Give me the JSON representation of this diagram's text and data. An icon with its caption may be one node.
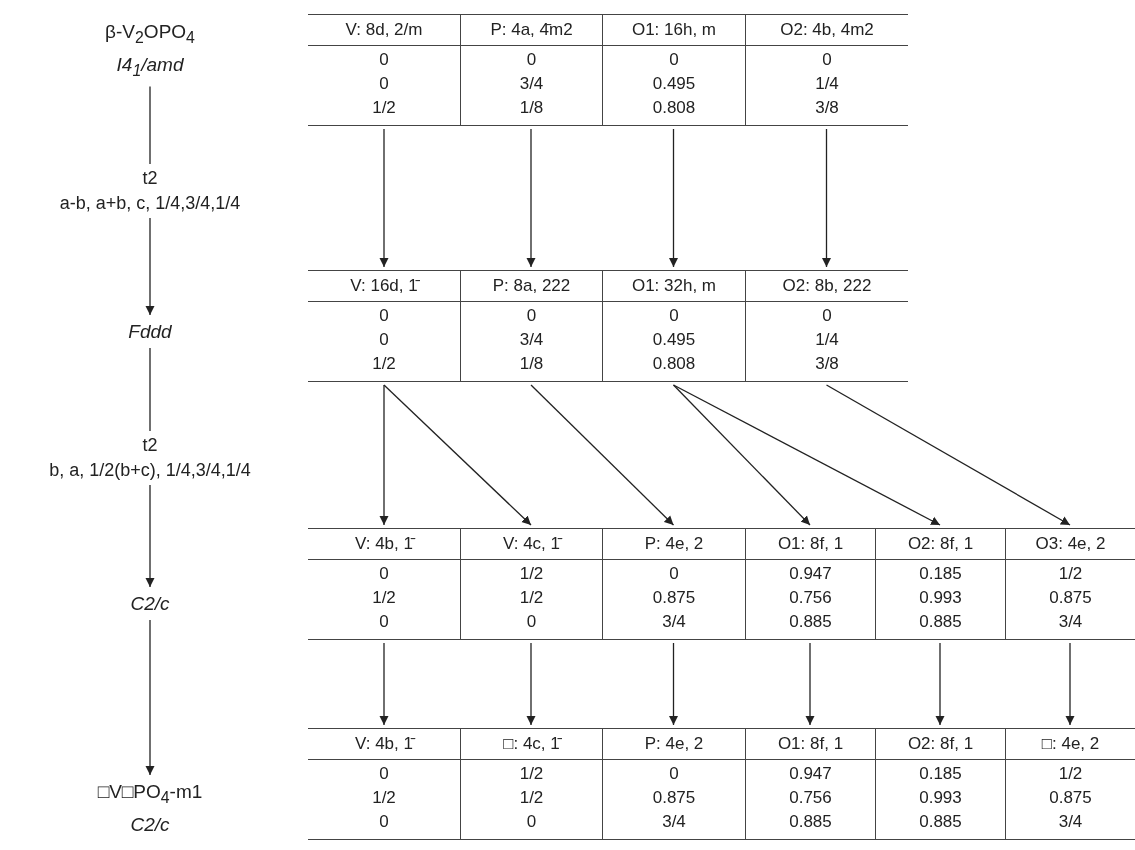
{
  "diagram": {
    "nodes": [
      {
        "text": [
          "β-V$_{2}$OPO$_{4}$",
          "I4$_{1}$/amd"
        ]
      },
      {
        "text": [
          "Fddd"
        ]
      },
      {
        "text": [
          "C2/c"
        ]
      },
      {
        "text": [
          "□V□PO$_{4}$-m1",
          "C2/c"
        ]
      },
      {
        "text": [
          "V: 8d, 2/m",
          "0 0 1/2"
        ]
      },
      {
        "text": [
          "P: 4a, 4̄m2",
          "0 3/4 1/8"
        ]
      },
      {
        "text": [
          "O1: 16h, m",
          "0 0.495 0.808"
        ]
      },
      {
        "text": [
          "O2: 4b, 4m2",
          "0 1/4 3/8"
        ]
      },
      {
        "text": [
          "V: 16d, 1̄",
          "0 0 1/2"
        ]
      },
      {
        "text": [
          "P: 8a, 222",
          "0 3/4 1/8"
        ]
      },
      {
        "text": [
          "O1: 32h, m",
          "0 0.495 0.808"
        ]
      },
      {
        "text": [
          "O2: 8b, 222",
          "0 1/4 3/8"
        ]
      },
      {
        "text": [
          "V: 4b, 1̄",
          "0 1/2 0"
        ]
      },
      {
        "text": [
          "V: 4c, 1̄",
          "1/2 1/2 0"
        ]
      },
      {
        "text": [
          "P: 4e, 2",
          "0 0.875 3/4"
        ]
      },
      {
        "text": [
          "O1: 8f, 1",
          "0.947 0.756 0.885"
        ]
      },
      {
        "text": [
          "O2: 8f, 1",
          "0.185 0.993 0.885"
        ]
      },
      {
        "text": [
          "O3: 4e, 2",
          "1/2 0.875 3/4"
        ]
      },
      {
        "text": [
          "V: 4b, 1̄",
          "0 1/2 0"
        ]
      },
      {
        "text": [
          "□: 4c, 1̄",
          "1/2 1/2 0"
        ]
      },
      {
        "text": [
          "P: 4e, 2",
          "0 0.875 3/4"
        ]
      },
      {
        "text": [
          "O1: 8f, 1",
          "0.947 0.756 0.885"
        ]
      },
      {
        "text": [
          "O2: 8f, 1",
          "0.185 0.993 0.885"
        ]
      },
      {
        "text": [
          "□: 4e, 2",
          "1/2 0.875 3/4"
        ]
      }
    ],
    "edges": [
      {
        "from": 0,
        "to": 1,
        "arrow": "to",
        "label": "t2 a-b, a+b, c, 1/4,3/4,1/4"
      },
      {
        "from": 1,
        "to": 2,
        "arrow": "to",
        "label": "t2 b, a, 1/2(b+c), 1/4,3/4,1/4"
      },
      {
        "from": 2,
        "to": 3,
        "arrow": "to"
      },
      {
        "from": 4,
        "to": 8,
        "arrow": "to"
      },
      {
        "from": 5,
        "to": 9,
        "arrow": "to"
      },
      {
        "from": 6,
        "to": 10,
        "arrow": "to"
      },
      {
        "from": 7,
        "to": 11,
        "arrow": "to"
      },
      {
        "from": 8,
        "to": 12,
        "arrow": "to"
      },
      {
        "from": 8,
        "to": 13,
        "arrow": "to"
      },
      {
        "from": 9,
        "to": 14,
        "arrow": "to"
      },
      {
        "from": 10,
        "to": 15,
        "arrow": "to"
      },
      {
        "from": 10,
        "to": 16,
        "arrow": "to"
      },
      {
        "from": 11,
        "to": 17,
        "arrow": "to"
      },
      {
        "from": 12,
        "to": 18,
        "arrow": "to"
      },
      {
        "from": 13,
        "to": 19,
        "arrow": "to"
      },
      {
        "from": 14,
        "to": 20,
        "arrow": "to"
      },
      {
        "from": 15,
        "to": 21,
        "arrow": "to"
      },
      {
        "from": 16,
        "to": 22,
        "arrow": "to"
      },
      {
        "from": 17,
        "to": 23,
        "arrow": "to"
      }
    ]
  }
}
